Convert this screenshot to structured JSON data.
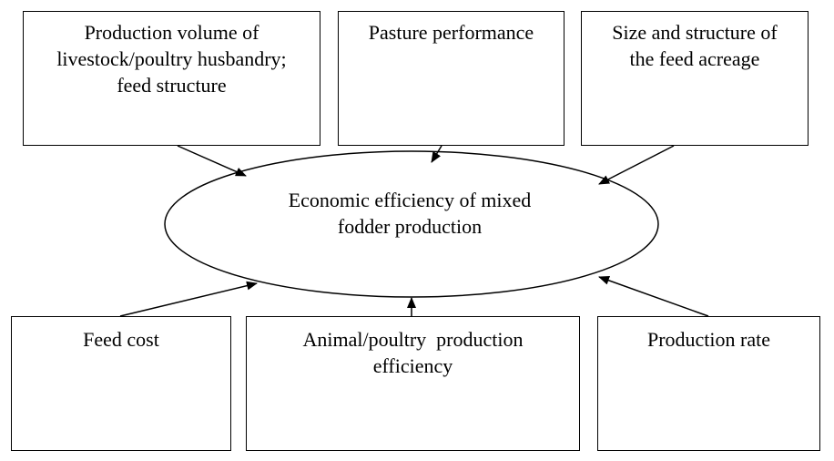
{
  "center": {
    "line1": "Economic efficiency of mixed",
    "line2": "fodder production"
  },
  "boxes": {
    "production_volume": {
      "line1": "Production volume of",
      "line2": "livestock/poultry husbandry;",
      "line3": "feed structure"
    },
    "pasture_performance": {
      "line1": "Pasture performance"
    },
    "feed_acreage": {
      "line1": "Size and structure of",
      "line2": "the feed acreage"
    },
    "feed_cost": {
      "line1": "Feed cost"
    },
    "production_efficiency": {
      "line1": "Animal/poultry  production",
      "line2": "efficiency"
    },
    "production_rate": {
      "line1": "Production rate"
    }
  },
  "colors": {
    "line": "#000000",
    "background": "#ffffff"
  }
}
